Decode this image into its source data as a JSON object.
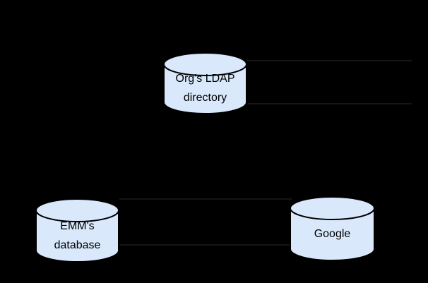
{
  "nodes": {
    "ldap": {
      "label_lines": [
        "Org's LDAP",
        "directory"
      ]
    },
    "emm": {
      "label_lines": [
        "EMM's",
        "database"
      ]
    },
    "google": {
      "label_lines": [
        "Google"
      ]
    }
  },
  "colors": {
    "background": "#000000",
    "node_fill": "#d9e8fb",
    "node_stroke": "#000000",
    "label_text": "#000000",
    "connector": "#151515"
  }
}
